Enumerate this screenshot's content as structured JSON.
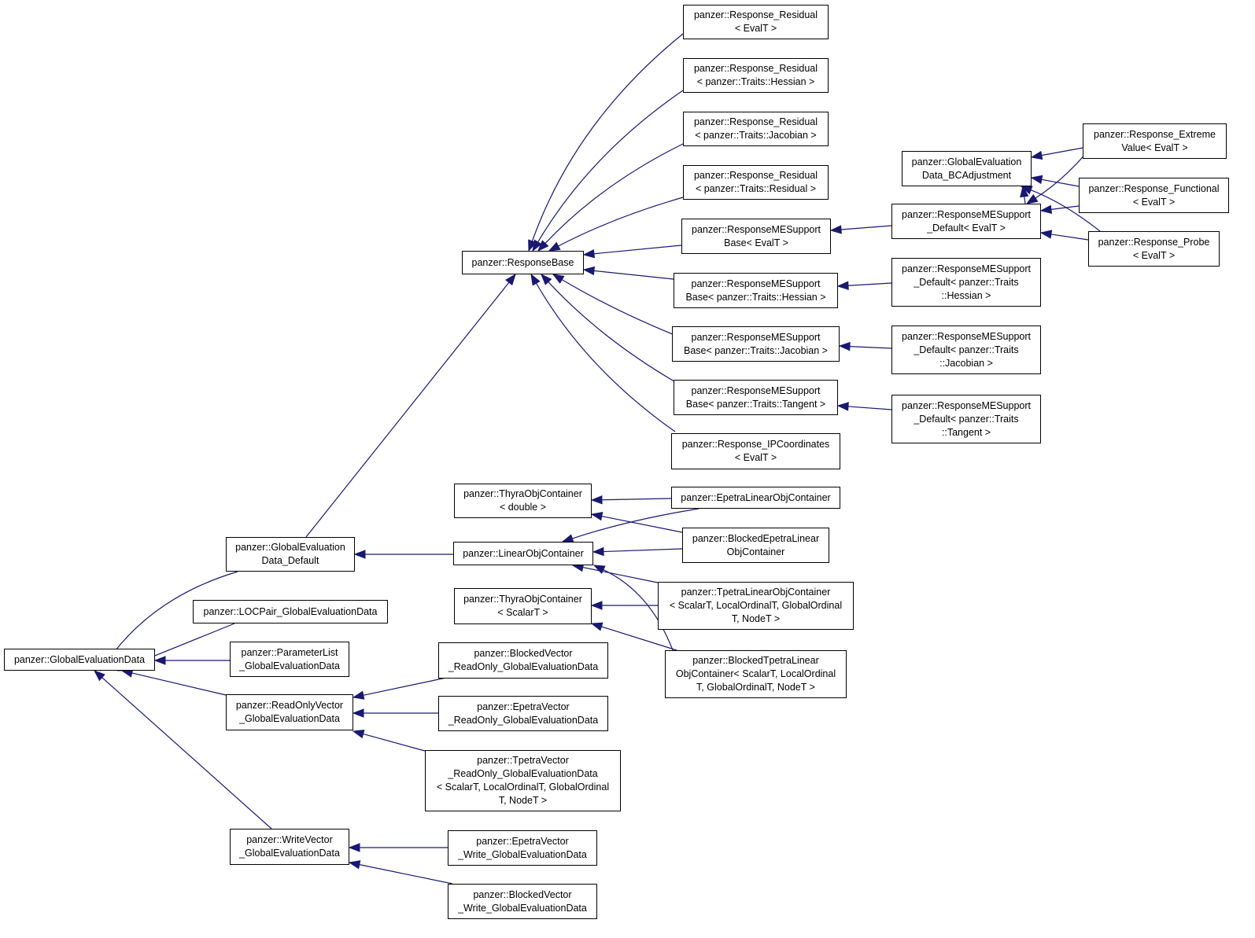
{
  "colors": {
    "edge": "#191970",
    "box_border": "#000000",
    "background": "#ffffff"
  },
  "nodes": [
    {
      "id": "ged",
      "lines": [
        "panzer::GlobalEvaluationData"
      ]
    },
    {
      "id": "ged_default",
      "lines": [
        "panzer::GlobalEvaluation",
        "Data_Default"
      ]
    },
    {
      "id": "locpair",
      "lines": [
        "panzer::LOCPair_GlobalEvaluationData"
      ]
    },
    {
      "id": "paramlist",
      "lines": [
        "panzer::ParameterList",
        "_GlobalEvaluationData"
      ]
    },
    {
      "id": "readonly",
      "lines": [
        "panzer::ReadOnlyVector",
        "_GlobalEvaluationData"
      ]
    },
    {
      "id": "writevec",
      "lines": [
        "panzer::WriteVector",
        "_GlobalEvaluationData"
      ]
    },
    {
      "id": "responsebase",
      "lines": [
        "panzer::ResponseBase"
      ]
    },
    {
      "id": "thyra_double",
      "lines": [
        "panzer::ThyraObjContainer",
        "< double >"
      ]
    },
    {
      "id": "linobj",
      "lines": [
        "panzer::LinearObjContainer"
      ]
    },
    {
      "id": "thyra_scalar",
      "lines": [
        "panzer::ThyraObjContainer",
        "< ScalarT >"
      ]
    },
    {
      "id": "blocked_ro",
      "lines": [
        "panzer::BlockedVector",
        "_ReadOnly_GlobalEvaluationData"
      ]
    },
    {
      "id": "epetra_ro",
      "lines": [
        "panzer::EpetraVector",
        "_ReadOnly_GlobalEvaluationData"
      ]
    },
    {
      "id": "tpetra_ro",
      "lines": [
        "panzer::TpetraVector",
        "_ReadOnly_GlobalEvaluationData",
        "< ScalarT, LocalOrdinalT, GlobalOrdinal",
        "T, NodeT >"
      ]
    },
    {
      "id": "epetra_w",
      "lines": [
        "panzer::EpetraVector",
        "_Write_GlobalEvaluationData"
      ]
    },
    {
      "id": "blocked_w",
      "lines": [
        "panzer::BlockedVector",
        "_Write_GlobalEvaluationData"
      ]
    },
    {
      "id": "rr_evalt",
      "lines": [
        "panzer::Response_Residual",
        "< EvalT >"
      ]
    },
    {
      "id": "rr_hess",
      "lines": [
        "panzer::Response_Residual",
        "< panzer::Traits::Hessian >"
      ]
    },
    {
      "id": "rr_jac",
      "lines": [
        "panzer::Response_Residual",
        "< panzer::Traits::Jacobian >"
      ]
    },
    {
      "id": "rr_res",
      "lines": [
        "panzer::Response_Residual",
        "< panzer::Traits::Residual >"
      ]
    },
    {
      "id": "rmes_evalt",
      "lines": [
        "panzer::ResponseMESupport",
        "Base< EvalT >"
      ]
    },
    {
      "id": "rmes_hess",
      "lines": [
        "panzer::ResponseMESupport",
        "Base< panzer::Traits::Hessian >"
      ]
    },
    {
      "id": "rmes_jac",
      "lines": [
        "panzer::ResponseMESupport",
        "Base< panzer::Traits::Jacobian >"
      ]
    },
    {
      "id": "rmes_tan",
      "lines": [
        "panzer::ResponseMESupport",
        "Base< panzer::Traits::Tangent >"
      ]
    },
    {
      "id": "r_ipc",
      "lines": [
        "panzer::Response_IPCoordinates",
        "< EvalT >"
      ]
    },
    {
      "id": "epetra_loc",
      "lines": [
        "panzer::EpetraLinearObjContainer"
      ]
    },
    {
      "id": "blocked_epetra",
      "lines": [
        "panzer::BlockedEpetraLinear",
        "ObjContainer"
      ]
    },
    {
      "id": "tpetra_loc",
      "lines": [
        "panzer::TpetraLinearObjContainer",
        "< ScalarT, LocalOrdinalT, GlobalOrdinal",
        "T, NodeT >"
      ]
    },
    {
      "id": "blocked_tpetra",
      "lines": [
        "panzer::BlockedTpetraLinear",
        "ObjContainer< ScalarT, LocalOrdinal",
        "T, GlobalOrdinalT, NodeT >"
      ]
    },
    {
      "id": "ged_bc",
      "lines": [
        "panzer::GlobalEvaluation",
        "Data_BCAdjustment"
      ]
    },
    {
      "id": "rmesd_evalt",
      "lines": [
        "panzer::ResponseMESupport",
        "_Default< EvalT >"
      ]
    },
    {
      "id": "rmesd_hess",
      "lines": [
        "panzer::ResponseMESupport",
        "_Default< panzer::Traits",
        "::Hessian >"
      ]
    },
    {
      "id": "rmesd_jac",
      "lines": [
        "panzer::ResponseMESupport",
        "_Default< panzer::Traits",
        "::Jacobian >"
      ]
    },
    {
      "id": "rmesd_tan",
      "lines": [
        "panzer::ResponseMESupport",
        "_Default< panzer::Traits",
        "::Tangent >"
      ]
    },
    {
      "id": "r_extreme",
      "lines": [
        "panzer::Response_Extreme",
        "Value< EvalT >"
      ]
    },
    {
      "id": "r_functional",
      "lines": [
        "panzer::Response_Functional",
        "< EvalT >"
      ]
    },
    {
      "id": "r_probe",
      "lines": [
        "panzer::Response_Probe",
        "< EvalT >"
      ]
    }
  ],
  "edges": [
    {
      "from": "ged_default",
      "to": "ged"
    },
    {
      "from": "locpair",
      "to": "ged"
    },
    {
      "from": "paramlist",
      "to": "ged"
    },
    {
      "from": "readonly",
      "to": "ged"
    },
    {
      "from": "writevec",
      "to": "ged"
    },
    {
      "from": "ged_default",
      "to": "responsebase"
    },
    {
      "from": "linobj",
      "to": "ged_default"
    },
    {
      "from": "blocked_ro",
      "to": "readonly"
    },
    {
      "from": "epetra_ro",
      "to": "readonly"
    },
    {
      "from": "tpetra_ro",
      "to": "readonly"
    },
    {
      "from": "epetra_w",
      "to": "writevec"
    },
    {
      "from": "blocked_w",
      "to": "writevec"
    },
    {
      "from": "rr_evalt",
      "to": "responsebase"
    },
    {
      "from": "rr_hess",
      "to": "responsebase"
    },
    {
      "from": "rr_jac",
      "to": "responsebase"
    },
    {
      "from": "rr_res",
      "to": "responsebase"
    },
    {
      "from": "rmes_evalt",
      "to": "responsebase"
    },
    {
      "from": "rmes_hess",
      "to": "responsebase"
    },
    {
      "from": "rmes_jac",
      "to": "responsebase"
    },
    {
      "from": "rmes_tan",
      "to": "responsebase"
    },
    {
      "from": "r_ipc",
      "to": "responsebase"
    },
    {
      "from": "rmesd_evalt",
      "to": "rmes_evalt"
    },
    {
      "from": "rmesd_hess",
      "to": "rmes_hess"
    },
    {
      "from": "rmesd_jac",
      "to": "rmes_jac"
    },
    {
      "from": "rmesd_tan",
      "to": "rmes_tan"
    },
    {
      "from": "rmesd_evalt",
      "to": "ged_bc"
    },
    {
      "from": "r_extreme",
      "to": "ged_bc"
    },
    {
      "from": "r_functional",
      "to": "ged_bc"
    },
    {
      "from": "r_probe",
      "to": "ged_bc"
    },
    {
      "from": "r_extreme",
      "to": "rmesd_evalt"
    },
    {
      "from": "r_functional",
      "to": "rmesd_evalt"
    },
    {
      "from": "r_probe",
      "to": "rmesd_evalt"
    },
    {
      "from": "epetra_loc",
      "to": "thyra_double"
    },
    {
      "from": "blocked_epetra",
      "to": "thyra_double"
    },
    {
      "from": "epetra_loc",
      "to": "linobj"
    },
    {
      "from": "blocked_epetra",
      "to": "linobj"
    },
    {
      "from": "tpetra_loc",
      "to": "linobj"
    },
    {
      "from": "blocked_tpetra",
      "to": "linobj"
    },
    {
      "from": "tpetra_loc",
      "to": "thyra_scalar"
    },
    {
      "from": "blocked_tpetra",
      "to": "thyra_scalar"
    }
  ]
}
